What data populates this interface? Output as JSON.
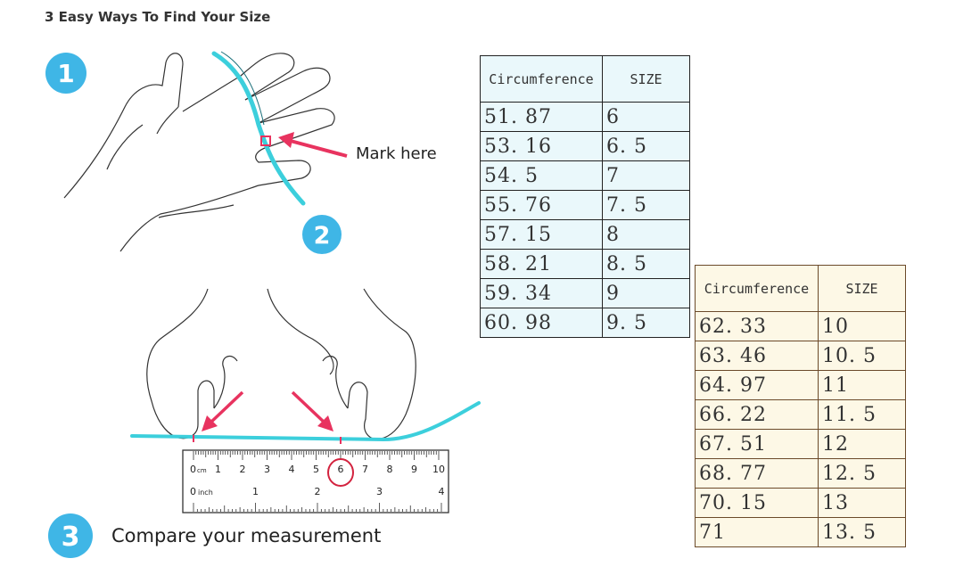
{
  "title": "3 Easy Ways To Find Your Size",
  "steps": [
    {
      "number": "1"
    },
    {
      "number": "2"
    },
    {
      "number": "3",
      "label": "Compare your measurement"
    }
  ],
  "annotation": {
    "mark_here": "Mark here"
  },
  "ruler": {
    "cm_label": "cm",
    "cm_zero": "0",
    "cm_ticks": [
      "1",
      "2",
      "3",
      "4",
      "5",
      "6",
      "7",
      "8",
      "9",
      "10"
    ],
    "inch_label": "inch",
    "inch_zero": "0",
    "inch_ticks": [
      "1",
      "2",
      "3",
      "4"
    ],
    "circled_value": "6"
  },
  "colors": {
    "badge": "#3fb6e6",
    "string": "#3ccfdc",
    "accent": "#e8335f",
    "table1_bg": "#eaf8fb",
    "table2_bg": "#fdf8e6"
  },
  "table_1": {
    "headers": [
      "Circumference",
      "SIZE"
    ],
    "rows": [
      [
        "51. 87",
        "6"
      ],
      [
        "53. 16",
        "6. 5"
      ],
      [
        "54. 5",
        "7"
      ],
      [
        "55. 76",
        "7. 5"
      ],
      [
        "57. 15",
        "8"
      ],
      [
        "58. 21",
        "8. 5"
      ],
      [
        "59. 34",
        "9"
      ],
      [
        "60. 98",
        "9. 5"
      ]
    ]
  },
  "table_2": {
    "headers": [
      "Circumference",
      "SIZE"
    ],
    "rows": [
      [
        "62. 33",
        "10"
      ],
      [
        "63. 46",
        "10. 5"
      ],
      [
        "64. 97",
        "11"
      ],
      [
        "66. 22",
        "11. 5"
      ],
      [
        "67. 51",
        "12"
      ],
      [
        "68. 77",
        "12. 5"
      ],
      [
        "70. 15",
        "13"
      ],
      [
        "71",
        "13. 5"
      ]
    ]
  }
}
